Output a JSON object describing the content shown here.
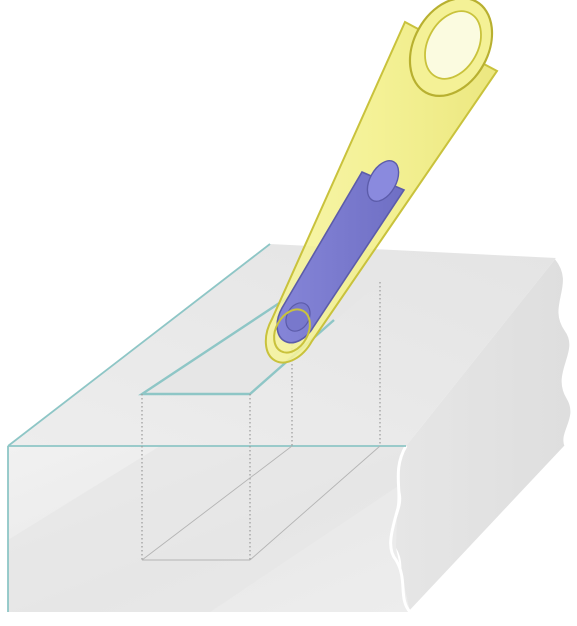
{
  "figure": {
    "subject": "",
    "colors": {
      "block_face": "#e8e8e8",
      "block_top": "#ececec",
      "block_side": "#e2e2e2",
      "block_edge": "#8ec6c6",
      "cut_edge": "#8ec6c6",
      "hidden_edge": "#9a9a9a",
      "tube_fill": "#f2f08a",
      "tube_edge": "#c9c23c",
      "tube_inner": "#fbfbe0",
      "rod_fill": "#7b7bd1",
      "rod_edge": "#5c5caa",
      "background": "#ffffff"
    },
    "parts": [
      "block-body",
      "rectangular-slot",
      "hollow-tube",
      "inner-rod"
    ]
  }
}
